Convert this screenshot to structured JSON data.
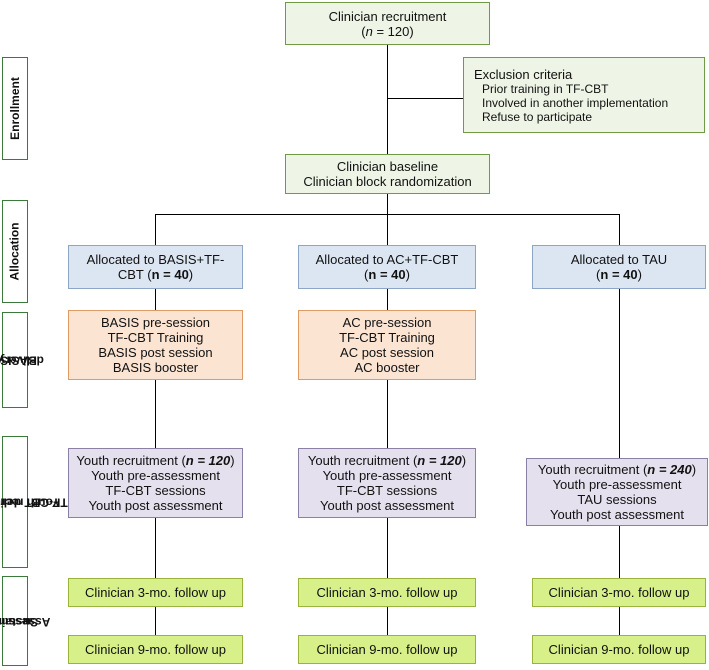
{
  "stages": {
    "enrollment": "Enrollment",
    "allocation": "Allocation",
    "basis_ac_delivery": [
      "BASIS/AC",
      "delivery"
    ],
    "youth_delivery": [
      "Youth recruitment",
      "TF-CBT delivery"
    ],
    "sustainment": [
      "Sustainment",
      "Assessment",
      "s"
    ]
  },
  "recruitment": {
    "line1": "Clinician recruitment",
    "n_italic": "n",
    "rest": " = 120)"
  },
  "exclusion": {
    "title": "Exclusion criteria",
    "items": [
      "Prior training in TF-CBT",
      "Involved in another implementation",
      "Refuse to participate"
    ]
  },
  "baseline": [
    "Clinician baseline",
    "Clinician block randomization"
  ],
  "arms": [
    {
      "allocation": {
        "line1": "Allocated to BASIS+TF-",
        "line2_pre": "CBT (",
        "n_bold": "n = 40",
        "line2_post": ")"
      },
      "delivery": [
        "BASIS pre-session",
        "TF-CBT Training",
        "BASIS post session",
        "BASIS booster"
      ],
      "youth": {
        "recruit_pre": "Youth recruitment (",
        "recruit_n": "n = 120",
        "recruit_post": ")",
        "lines": [
          "Youth pre-assessment",
          "TF-CBT sessions",
          "Youth post assessment"
        ]
      },
      "followup3": "Clinician 3-mo. follow up",
      "followup9": "Clinician 9-mo. follow up"
    },
    {
      "allocation": {
        "line1": "Allocated to AC+TF-CBT",
        "line2_pre": "(",
        "n_bold": "n = 40",
        "line2_post": ")"
      },
      "delivery": [
        "AC pre-session",
        "TF-CBT Training",
        "AC post session",
        "AC booster"
      ],
      "youth": {
        "recruit_pre": "Youth recruitment (",
        "recruit_n": "n = 120",
        "recruit_post": ")",
        "lines": [
          "Youth pre-assessment",
          "TF-CBT sessions",
          "Youth post assessment"
        ]
      },
      "followup3": "Clinician 3-mo. follow up",
      "followup9": "Clinician 9-mo. follow up"
    },
    {
      "allocation": {
        "line1": "Allocated to TAU",
        "line2_pre": "(",
        "n_bold": "n = 40",
        "line2_post": ")"
      },
      "youth": {
        "recruit_pre": "Youth recruitment (",
        "recruit_n": "n = 240",
        "recruit_post": ")",
        "lines": [
          "Youth pre-assessment",
          "TAU sessions",
          "Youth post assessment"
        ]
      },
      "followup3": "Clinician 3-mo. follow up",
      "followup9": "Clinician 9-mo. follow up"
    }
  ]
}
